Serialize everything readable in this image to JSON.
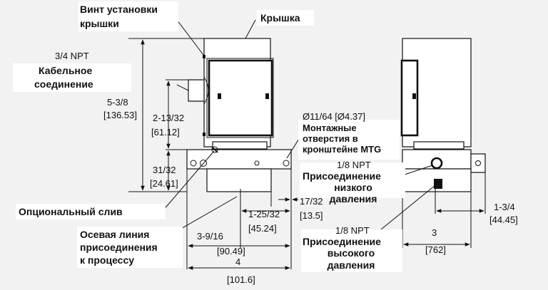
{
  "callouts": {
    "cover_screw": [
      "Винт установки",
      "крышки"
    ],
    "cover": "Крышка",
    "cable_npt": "3/4 NPT",
    "cable_connection": [
      "Кабельное",
      "соединение"
    ],
    "mounting_hole_size": "Ø11/64 [Ø4.37]",
    "mounting_holes": [
      "Монтажные",
      "отверстия в",
      "кронштейне MTG"
    ],
    "low_pressure_npt": "1/8 NPT",
    "low_pressure": [
      "Присоединение",
      "низкого",
      "давления"
    ],
    "optional_drain": "Опциональный слив",
    "process_centerline": [
      "Осевая линия",
      "присоединения",
      "к процессу"
    ],
    "high_pressure_npt": "1/8 NPT",
    "high_pressure": [
      "Присоединение",
      "высокого",
      "давления"
    ]
  },
  "dimensions": {
    "total_height": [
      "5-3/8",
      "[136.53]"
    ],
    "upper_height": [
      "2-13/32",
      "[61.12]"
    ],
    "bracket_height": [
      "31/32",
      "[24.61]"
    ],
    "hole_offset": [
      "17/32",
      "[13.5]"
    ],
    "center_offset": [
      "1-25/32",
      "[45.24]"
    ],
    "half_width": [
      "3-9/16",
      "[90.49]"
    ],
    "total_width": [
      "4",
      "[101.6]"
    ],
    "side_offset": [
      "1-3/4",
      "[44.45]"
    ],
    "side_width": [
      "3",
      "[762]"
    ]
  }
}
